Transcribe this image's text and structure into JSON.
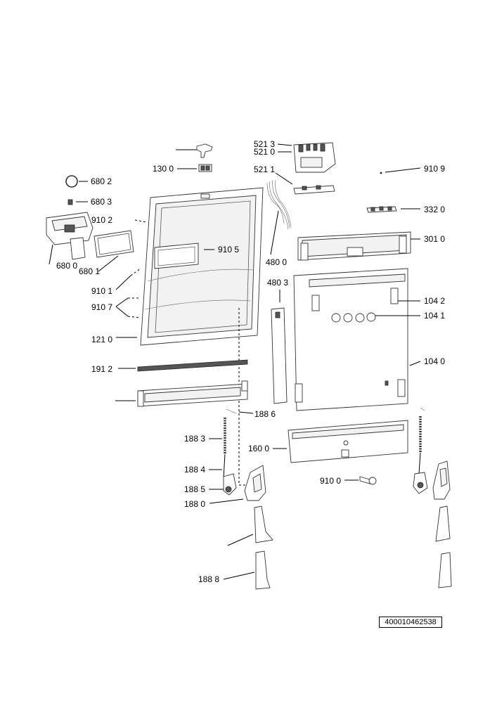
{
  "labels": {
    "l1300": "130 0",
    "l5213": "521 3",
    "l5210": "521 0",
    "l5211": "521 1",
    "l9109": "910 9",
    "l6802": "680 2",
    "l6803": "680 3",
    "l9102": "910 2",
    "l3320": "332 0",
    "l9105": "910 5",
    "l3010": "301 0",
    "l6800": "680 0",
    "l6801": "680 1",
    "l4800": "480 0",
    "l9101": "910 1",
    "l4803": "480 3",
    "l1042": "104 2",
    "l9107": "910 7",
    "l1041": "104 1",
    "l1210": "121 0",
    "l1040": "104 0",
    "l1912": "191 2",
    "l1886": "188 6",
    "l1883": "188 3",
    "l1600": "160 0",
    "l1884": "188 4",
    "l9100": "910 0",
    "l1885": "188 5",
    "l1880": "188 0",
    "l1888": "188 8"
  },
  "document_id": "400010462538"
}
